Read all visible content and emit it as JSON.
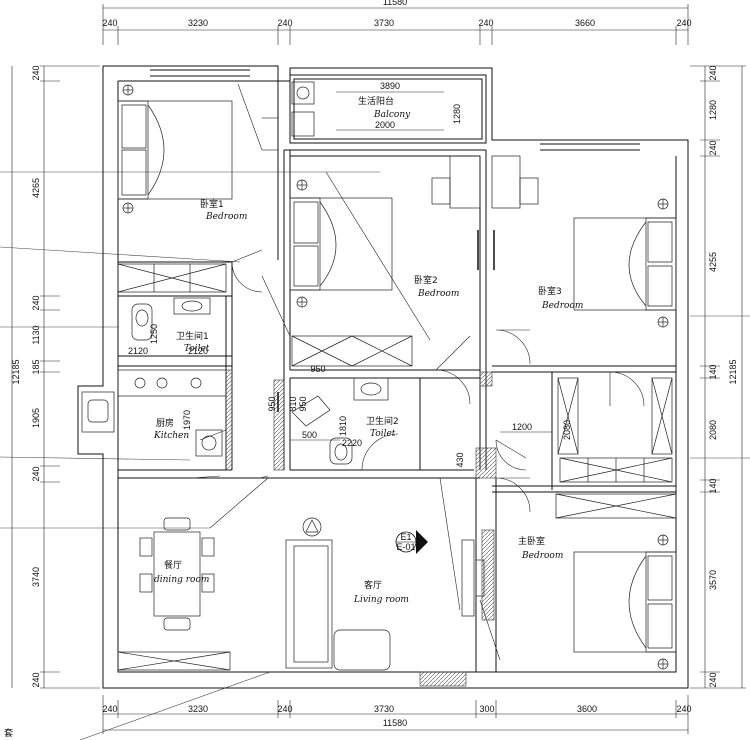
{
  "plan": {
    "top_dims": {
      "total": "11580",
      "segments": [
        "240",
        "3230",
        "240",
        "3730",
        "240",
        "3660",
        "240"
      ]
    },
    "bottom_dims": {
      "total": "11580",
      "segments": [
        "240",
        "3230",
        "240",
        "3730",
        "300",
        "3600",
        "240"
      ]
    },
    "left_dims": {
      "segments": [
        "240",
        "4265",
        "240",
        "1130",
        "185",
        "1905",
        "240",
        "3740",
        "240"
      ],
      "total": "12185"
    },
    "right_dims": {
      "segments": [
        "240",
        "1280",
        "240",
        "4255",
        "140",
        "2080",
        "140",
        "3570",
        "240"
      ],
      "total": "12185"
    },
    "rooms": {
      "bedroom1": {
        "cn": "卧室1",
        "en": "Bedroom"
      },
      "balcony": {
        "cn": "生活阳台",
        "en": "Balcony",
        "dim_top": "3890",
        "dim_mid": "2000",
        "dim_side": "1280"
      },
      "bedroom2": {
        "cn": "卧室2",
        "en": "Bedroom"
      },
      "bedroom3": {
        "cn": "卧室3",
        "en": "Bedroom"
      },
      "toilet1": {
        "cn": "卫生间1",
        "en": "Toilet",
        "dim_a": "2120",
        "dim_b": "2120",
        "dim_c": "1250"
      },
      "kitchen": {
        "cn": "厨房",
        "en": "Kitchen",
        "dim_a": "1970"
      },
      "toilet2": {
        "cn": "卫生间2",
        "en": "Toilet",
        "dim_a": "500",
        "dim_b": "2220",
        "dim_c": "1810",
        "dim_d": "810",
        "dim_e": "950"
      },
      "dining": {
        "cn": "餐厅",
        "en": "dining room"
      },
      "living": {
        "cn": "客厅",
        "en": "Living room"
      },
      "master": {
        "cn": "主卧室",
        "en": "Bedroom"
      }
    },
    "inner_dims": {
      "d1200": "1200",
      "d2080": "2080",
      "d430": "430",
      "d950": "950",
      "d950b": "950"
    },
    "elevation_tag": {
      "top": "E1",
      "bottom": "E-01"
    },
    "corner_char": "套"
  }
}
